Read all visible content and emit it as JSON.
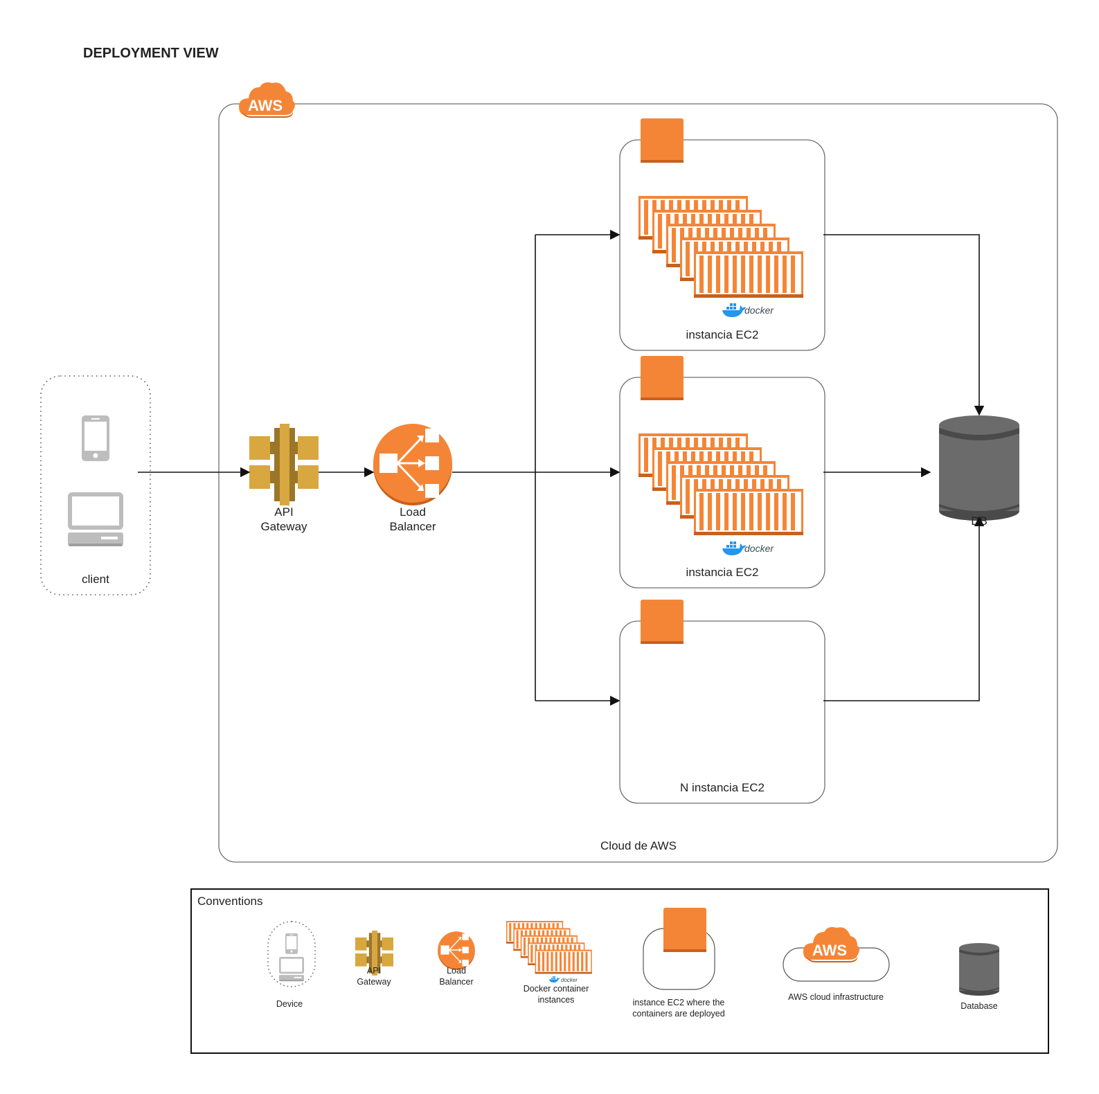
{
  "title": "DEPLOYMENT VIEW",
  "colors": {
    "aws_orange": "#F58536",
    "aws_orange_dark": "#C9601C",
    "gateway_gold": "#D9A740",
    "gateway_dark": "#9C7628",
    "db_gray": "#6B6B6B",
    "db_dark": "#4A4A4A",
    "device_gray": "#BDBDBD",
    "docker_blue": "#2496ED",
    "border": "#6E6E6E"
  },
  "client": {
    "label": "client",
    "icons": [
      "smartphone-icon",
      "laptop-icon"
    ]
  },
  "aws_cloud": {
    "badge": "AWS",
    "label": "Cloud de AWS"
  },
  "api_gateway": {
    "label_line1": "API",
    "label_line2": "Gateway"
  },
  "load_balancer": {
    "label_line1": "Load",
    "label_line2": "Balancer"
  },
  "ec2_instances": [
    {
      "label": "instancia EC2",
      "has_containers": true,
      "docker": "docker"
    },
    {
      "label": "instancia EC2",
      "has_containers": true,
      "docker": "docker"
    },
    {
      "label": "N instancia EC2",
      "has_containers": false
    }
  ],
  "database": {
    "label": "DB"
  },
  "conventions": {
    "title": "Conventions",
    "items": [
      {
        "label_line1": "Device",
        "label_line2": ""
      },
      {
        "label_line1": "API",
        "label_line2": "Gateway"
      },
      {
        "label_line1": "Load",
        "label_line2": "Balancer"
      },
      {
        "label_line1": "Docker container",
        "label_line2": "instances",
        "docker": "docker"
      },
      {
        "label_line1": "instance EC2 where the",
        "label_line2": "containers are deployed"
      },
      {
        "label_line1": "AWS cloud infrastructure",
        "label_line2": "",
        "badge": "AWS"
      },
      {
        "label_line1": "Database",
        "label_line2": ""
      }
    ]
  }
}
